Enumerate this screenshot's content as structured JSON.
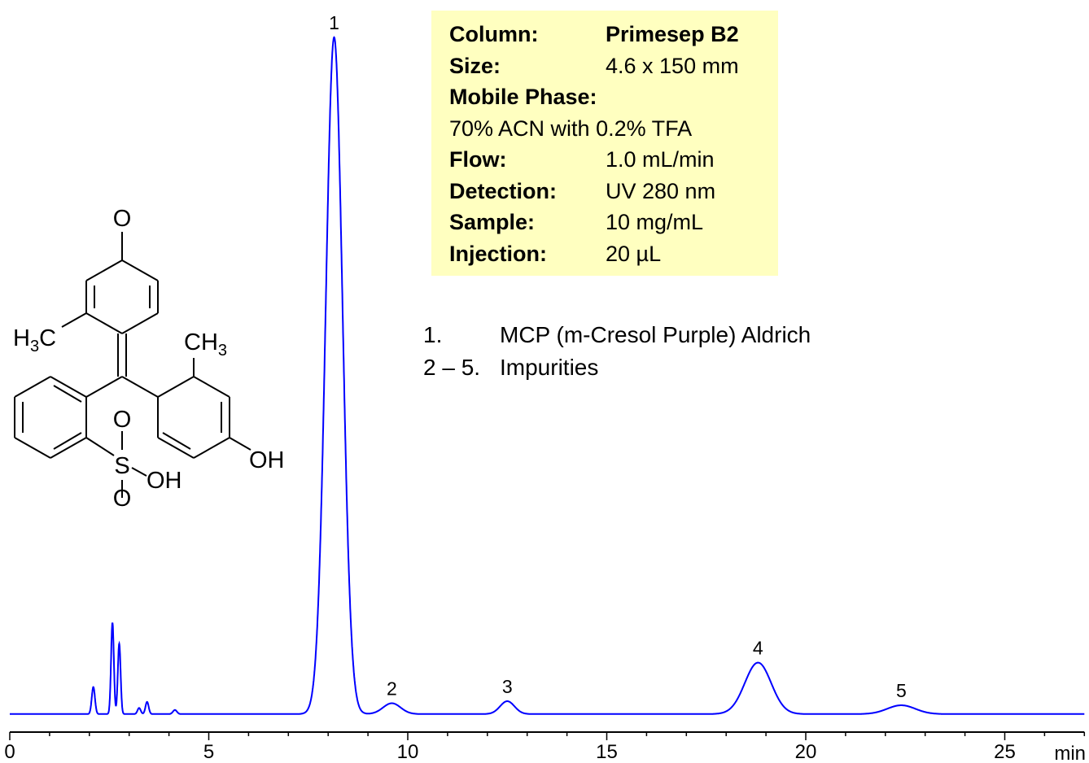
{
  "chart_data": {
    "type": "line",
    "xlabel": "min",
    "ylabel": "",
    "xlim": [
      0,
      27
    ],
    "x_ticks": [
      0,
      5,
      10,
      15,
      20,
      25
    ],
    "line_color": "#0000ff",
    "baseline": 0.02,
    "peaks": [
      {
        "label": "",
        "rt": 2.1,
        "height": 4.0,
        "width": 0.04
      },
      {
        "label": "",
        "rt": 2.58,
        "height": 13.5,
        "width": 0.035
      },
      {
        "label": "",
        "rt": 2.75,
        "height": 10.4,
        "width": 0.035
      },
      {
        "label": "",
        "rt": 3.25,
        "height": 0.9,
        "width": 0.04
      },
      {
        "label": "",
        "rt": 3.45,
        "height": 1.8,
        "width": 0.04
      },
      {
        "label": "",
        "rt": 4.15,
        "height": 0.6,
        "width": 0.05
      },
      {
        "label": "1",
        "rt": 8.15,
        "height": 100.0,
        "width": 0.21
      },
      {
        "label": "2",
        "rt": 9.6,
        "height": 1.6,
        "width": 0.22
      },
      {
        "label": "3",
        "rt": 12.5,
        "height": 1.9,
        "width": 0.18
      },
      {
        "label": "4",
        "rt": 18.8,
        "height": 7.6,
        "width": 0.33
      },
      {
        "label": "5",
        "rt": 22.4,
        "height": 1.3,
        "width": 0.35
      }
    ]
  },
  "info": {
    "rows": [
      {
        "key": "Column:",
        "value": "Primesep B2",
        "value_bold": true
      },
      {
        "key": "Size:",
        "value": "4.6 x 150 mm"
      },
      {
        "key": "Mobile Phase:",
        "value": ""
      },
      {
        "key": "",
        "value": "70% ACN with 0.2% TFA"
      },
      {
        "key": "Flow:",
        "value": "1.0 mL/min"
      },
      {
        "key": "Detection:",
        "value": "UV 280 nm"
      },
      {
        "key": "Sample:",
        "value": "10 mg/mL"
      },
      {
        "key": "Injection:",
        "value": "20 µL"
      }
    ],
    "background": "#ffffc0"
  },
  "legend": [
    {
      "num": "1.",
      "text": "MCP (m-Cresol Purple) Aldrich"
    },
    {
      "num": "2 – 5.",
      "text": "Impurities"
    }
  ],
  "structure": {
    "labels": {
      "o_top": "O",
      "h3c": "H",
      "h3c_sub": "3",
      "h3c_c": "C",
      "ch3": "CH",
      "ch3_sub": "3",
      "s": "S",
      "o_s_top": "O",
      "o_s_bottom": "O",
      "oh_s": "OH",
      "oh_ring": "OH"
    }
  }
}
